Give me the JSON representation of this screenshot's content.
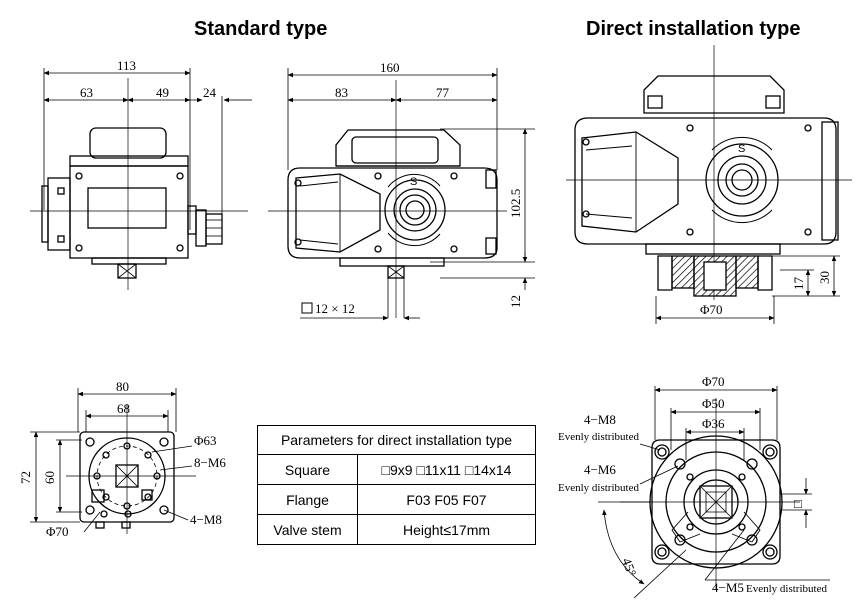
{
  "headings": {
    "standard": "Standard type",
    "direct": "Direct installation type"
  },
  "side_view": {
    "width": "113",
    "left": "63",
    "right": "49",
    "offset": "24"
  },
  "front_view": {
    "width": "160",
    "left": "83",
    "right": "77",
    "height": "102.5",
    "bottom": "12",
    "square": "12 × 12",
    "rot_mark": "S"
  },
  "direct_view": {
    "h1": "17",
    "h2": "30",
    "diameter": "Φ70",
    "rot_mark": "S"
  },
  "bottom_view": {
    "width": "80",
    "inner": "68",
    "height": "72",
    "inner_height": "60",
    "circle": "Φ63",
    "holes": "8−M6",
    "bolts": "4−M8",
    "dia": "Φ70"
  },
  "table": {
    "title": "Parameters for direct installation type",
    "rows": [
      {
        "label": "Square",
        "value": "□9x9  □11x11  □14x14"
      },
      {
        "label": "Flange",
        "value": "F03    F05    F07"
      },
      {
        "label": "Valve stem",
        "value": "Height≤17mm"
      }
    ]
  },
  "flange_view": {
    "d70": "Φ70",
    "d50": "Φ50",
    "d36": "Φ36",
    "m8": "4−M8",
    "m8_note": "Evenly distributed",
    "m6": "4−M6",
    "m6_note": "Evenly distributed",
    "m5": "4−M5",
    "m5_note": "Evenly distributed",
    "angle": "45°",
    "square": "□"
  }
}
